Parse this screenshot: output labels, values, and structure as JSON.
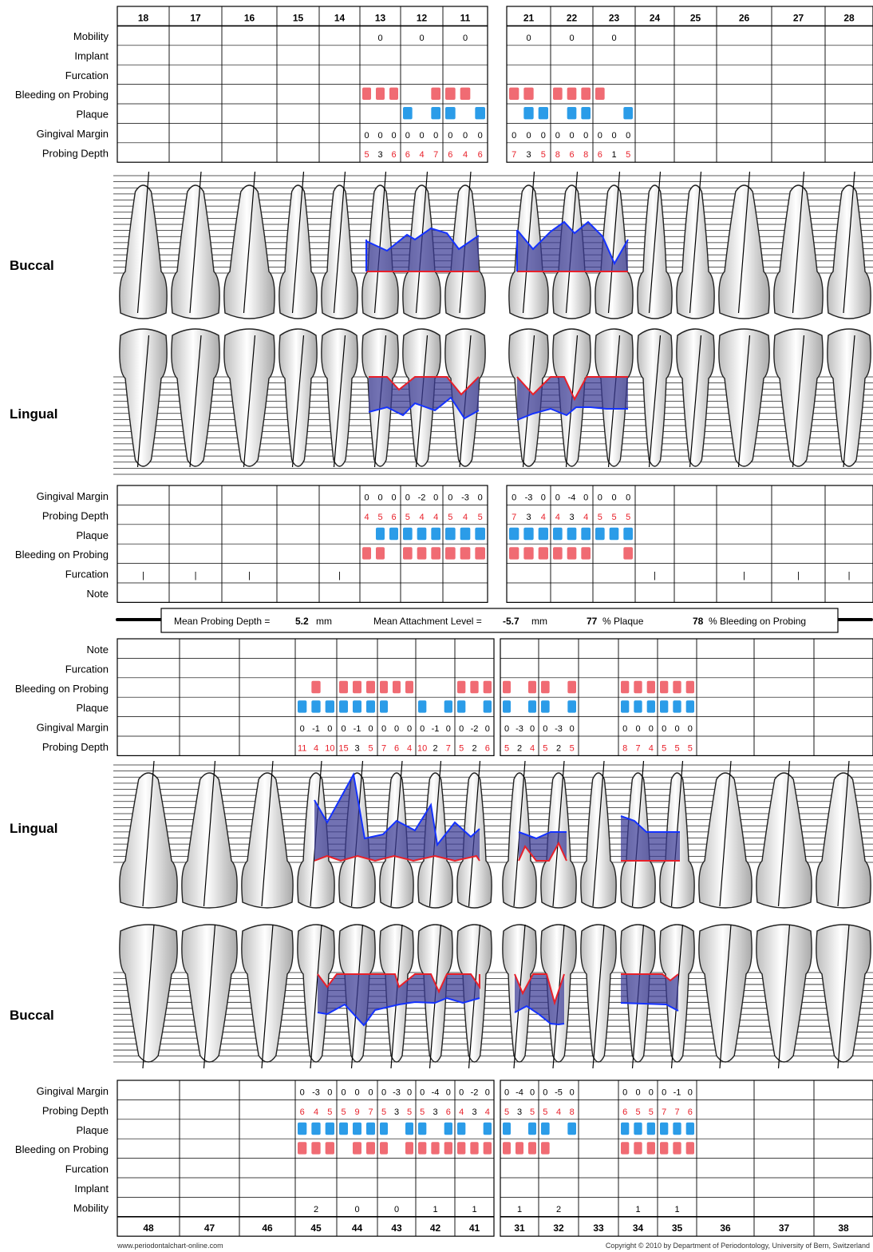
{
  "colors": {
    "bleeding": "#f06b73",
    "plaque": "#2b9ce8",
    "depth_red": "#e8202a",
    "band_fill": "#3c3c96",
    "margin_line": "#e8202a",
    "depth_line": "#1432ff"
  },
  "upper": {
    "teeth_right": [
      "18",
      "17",
      "16",
      "15",
      "14",
      "13",
      "12",
      "11"
    ],
    "teeth_left": [
      "21",
      "22",
      "23",
      "24",
      "25",
      "26",
      "27",
      "28"
    ],
    "buccal_labels": [
      "Mobility",
      "Implant",
      "Furcation",
      "Bleeding on Probing",
      "Plaque",
      "Gingival Margin",
      "Probing Depth"
    ],
    "lingual_labels": [
      "Gingival Margin",
      "Probing Depth",
      "Plaque",
      "Bleeding on Probing",
      "Furcation",
      "Note"
    ],
    "mobility": {
      "13": "0",
      "12": "0",
      "11": "0",
      "21": "0",
      "22": "0",
      "23": "0"
    },
    "buccal_bleeding": {
      "13": [
        1,
        1,
        1
      ],
      "12": [
        0,
        0,
        1
      ],
      "11": [
        1,
        1,
        0
      ],
      "21": [
        1,
        1,
        0
      ],
      "22": [
        1,
        1,
        1
      ],
      "23": [
        1,
        0,
        0
      ]
    },
    "buccal_plaque": {
      "13": [
        0,
        0,
        0
      ],
      "12": [
        1,
        0,
        1
      ],
      "11": [
        1,
        0,
        1
      ],
      "21": [
        0,
        1,
        1
      ],
      "22": [
        0,
        1,
        1
      ],
      "23": [
        0,
        0,
        1
      ]
    },
    "buccal_gm": {
      "13": [
        "0",
        "0",
        "0"
      ],
      "12": [
        "0",
        "0",
        "0"
      ],
      "11": [
        "0",
        "0",
        "0"
      ],
      "21": [
        "0",
        "0",
        "0"
      ],
      "22": [
        "0",
        "0",
        "0"
      ],
      "23": [
        "0",
        "0",
        "0"
      ]
    },
    "buccal_pd": {
      "13": [
        "5",
        "3",
        "6"
      ],
      "12": [
        "6",
        "4",
        "7"
      ],
      "11": [
        "6",
        "4",
        "6"
      ],
      "21": [
        "7",
        "3",
        "5"
      ],
      "22": [
        "8",
        "6",
        "8"
      ],
      "23": [
        "6",
        "1",
        "5"
      ]
    },
    "lingual_gm": {
      "13": [
        "0",
        "0",
        "0"
      ],
      "12": [
        "0",
        "-2",
        "0"
      ],
      "11": [
        "0",
        "-3",
        "0"
      ],
      "21": [
        "0",
        "-3",
        "0"
      ],
      "22": [
        "0",
        "-4",
        "0"
      ],
      "23": [
        "0",
        "0",
        "0"
      ]
    },
    "lingual_pd": {
      "13": [
        "4",
        "5",
        "6"
      ],
      "12": [
        "5",
        "4",
        "4"
      ],
      "11": [
        "5",
        "4",
        "5"
      ],
      "21": [
        "7",
        "3",
        "4"
      ],
      "22": [
        "4",
        "3",
        "4"
      ],
      "23": [
        "5",
        "5",
        "5"
      ]
    },
    "lingual_plaque": {
      "13": [
        0,
        1,
        1
      ],
      "12": [
        1,
        1,
        1
      ],
      "11": [
        1,
        1,
        1
      ],
      "21": [
        1,
        1,
        1
      ],
      "22": [
        1,
        1,
        1
      ],
      "23": [
        1,
        1,
        1
      ]
    },
    "lingual_bleeding": {
      "13": [
        1,
        1,
        0
      ],
      "12": [
        1,
        1,
        1
      ],
      "11": [
        1,
        1,
        1
      ],
      "21": [
        1,
        1,
        1
      ],
      "22": [
        1,
        1,
        1
      ],
      "23": [
        0,
        0,
        1
      ]
    },
    "furcation_marks": [
      "18",
      "17",
      "16",
      "14",
      "24",
      "26",
      "27",
      "28"
    ],
    "furcation_glyph": "|"
  },
  "summary": {
    "mean_pd_label": "Mean Probing Depth =",
    "mean_pd_value": "5.2",
    "mean_pd_unit": "mm",
    "mean_al_label": "Mean Attachment Level =",
    "mean_al_value": "-5.7",
    "mean_al_unit": "mm",
    "plaque_value": "77",
    "plaque_label": "% Plaque",
    "bop_value": "78",
    "bop_label": "% Bleeding on Probing"
  },
  "lower": {
    "teeth_right": [
      "48",
      "47",
      "46",
      "45",
      "44",
      "43",
      "42",
      "41"
    ],
    "teeth_left": [
      "31",
      "32",
      "33",
      "34",
      "35",
      "36",
      "37",
      "38"
    ],
    "lingual_labels": [
      "Note",
      "Furcation",
      "Bleeding on Probing",
      "Plaque",
      "Gingival Margin",
      "Probing Depth"
    ],
    "buccal_labels": [
      "Gingival Margin",
      "Probing Depth",
      "Plaque",
      "Bleeding on Probing",
      "Furcation",
      "Implant",
      "Mobility"
    ],
    "lingual_bleeding": {
      "45": [
        0,
        1,
        0
      ],
      "44": [
        1,
        1,
        1
      ],
      "43": [
        1,
        1,
        1
      ],
      "42": [
        0,
        0,
        0
      ],
      "41": [
        1,
        1,
        1
      ],
      "31": [
        1,
        0,
        1
      ],
      "32": [
        1,
        0,
        1
      ],
      "34": [
        1,
        1,
        1
      ],
      "35": [
        1,
        1,
        1
      ]
    },
    "lingual_plaque": {
      "45": [
        1,
        1,
        1
      ],
      "44": [
        1,
        1,
        1
      ],
      "43": [
        1,
        0,
        0
      ],
      "42": [
        1,
        0,
        1
      ],
      "41": [
        1,
        0,
        1
      ],
      "31": [
        1,
        0,
        1
      ],
      "32": [
        1,
        0,
        1
      ],
      "34": [
        1,
        1,
        1
      ],
      "35": [
        1,
        1,
        1
      ]
    },
    "lingual_gm": {
      "45": [
        "0",
        "-1",
        "0"
      ],
      "44": [
        "0",
        "-1",
        "0"
      ],
      "43": [
        "0",
        "0",
        "0"
      ],
      "42": [
        "0",
        "-1",
        "0"
      ],
      "41": [
        "0",
        "-2",
        "0"
      ],
      "31": [
        "0",
        "-3",
        "0"
      ],
      "32": [
        "0",
        "-3",
        "0"
      ],
      "34": [
        "0",
        "0",
        "0"
      ],
      "35": [
        "0",
        "0",
        "0"
      ]
    },
    "lingual_pd": {
      "45": [
        "11",
        "4",
        "10"
      ],
      "44": [
        "15",
        "3",
        "5"
      ],
      "43": [
        "7",
        "6",
        "4"
      ],
      "42": [
        "10",
        "2",
        "7"
      ],
      "41": [
        "5",
        "2",
        "6"
      ],
      "31": [
        "5",
        "2",
        "4"
      ],
      "32": [
        "5",
        "2",
        "5"
      ],
      "34": [
        "8",
        "7",
        "4"
      ],
      "35": [
        "5",
        "5",
        "5"
      ]
    },
    "buccal_gm": {
      "45": [
        "0",
        "-3",
        "0"
      ],
      "44": [
        "0",
        "0",
        "0"
      ],
      "43": [
        "0",
        "-3",
        "0"
      ],
      "42": [
        "0",
        "-4",
        "0"
      ],
      "41": [
        "0",
        "-2",
        "0"
      ],
      "31": [
        "0",
        "-4",
        "0"
      ],
      "32": [
        "0",
        "-5",
        "0"
      ],
      "34": [
        "0",
        "0",
        "0"
      ],
      "35": [
        "0",
        "-1",
        "0"
      ]
    },
    "buccal_pd": {
      "45": [
        "6",
        "4",
        "5"
      ],
      "44": [
        "5",
        "9",
        "7"
      ],
      "43": [
        "5",
        "3",
        "5"
      ],
      "42": [
        "5",
        "3",
        "6"
      ],
      "41": [
        "4",
        "3",
        "4"
      ],
      "31": [
        "5",
        "3",
        "5"
      ],
      "32": [
        "5",
        "4",
        "8"
      ],
      "34": [
        "6",
        "5",
        "5"
      ],
      "35": [
        "7",
        "7",
        "6"
      ]
    },
    "buccal_plaque": {
      "45": [
        1,
        1,
        1
      ],
      "44": [
        1,
        1,
        1
      ],
      "43": [
        1,
        0,
        1
      ],
      "42": [
        1,
        0,
        1
      ],
      "41": [
        1,
        0,
        1
      ],
      "31": [
        1,
        0,
        1
      ],
      "32": [
        1,
        0,
        1
      ],
      "34": [
        1,
        1,
        1
      ],
      "35": [
        1,
        1,
        1
      ]
    },
    "buccal_bleeding": {
      "45": [
        1,
        1,
        1
      ],
      "44": [
        0,
        1,
        1
      ],
      "43": [
        1,
        0,
        1
      ],
      "42": [
        1,
        1,
        1
      ],
      "41": [
        1,
        1,
        1
      ],
      "31": [
        1,
        1,
        1
      ],
      "32": [
        1,
        0,
        0
      ],
      "34": [
        1,
        1,
        1
      ],
      "35": [
        1,
        1,
        1
      ]
    },
    "mobility": {
      "45": "2",
      "44": "0",
      "43": "0",
      "42": "1",
      "41": "1",
      "31": "1",
      "32": "2",
      "34": "1",
      "35": "1"
    }
  },
  "diagram_labels": {
    "upper_buccal": "Buccal",
    "upper_lingual": "Lingual",
    "lower_lingual": "Lingual",
    "lower_buccal": "Buccal"
  },
  "footer": {
    "left": "www.periodontalchart-online.com",
    "right": "Copyright © 2010 by Department of Periodontology, University of Bern, Switzerland"
  }
}
